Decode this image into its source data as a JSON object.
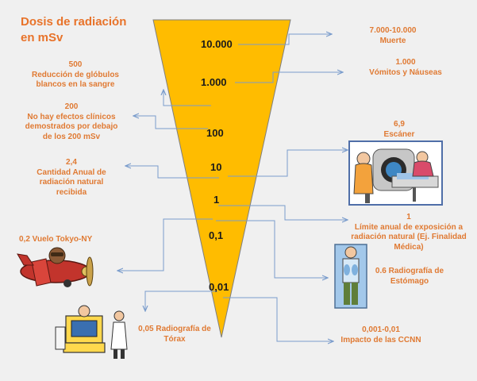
{
  "title": "Dosis de radiación en mSv",
  "colors": {
    "cone": "#ffbc00",
    "cone_edge": "#7f7f7f",
    "label": "#e07a33",
    "title": "#e8732a",
    "arrow": "#7a9ccc"
  },
  "scale_ticks": [
    "10.000",
    "1.000",
    "100",
    "10",
    "1",
    "0,1",
    "0,01"
  ],
  "labels": {
    "death": [
      "7.000-10.000",
      "Muerte"
    ],
    "vomit": [
      "1.000",
      "Vómitos y Náuseas"
    ],
    "scanner": [
      "6,9",
      "Escáner"
    ],
    "limit": [
      "1",
      "Límite anual  de exposición a",
      "radiación natural (Ej. Finalidad",
      "Médica)"
    ],
    "stomach": [
      "0.6 Radiografía de",
      "Estómago"
    ],
    "ccnn": [
      "0,001-0,01",
      "Impacto de las CCNN"
    ],
    "blood": [
      "500",
      "Reducción de glóbulos",
      "blancos en la sangre"
    ],
    "no_effects": [
      "200",
      "No hay efectos clínicos",
      "demostrados por debajo",
      "de los 200 mSv"
    ],
    "annual": [
      "2,4",
      "Cantidad Anual de",
      "radiación natural",
      "recibida"
    ],
    "flight": [
      "0,2 Vuelo Tokyo-NY"
    ],
    "thorax": [
      "0,05 Radiografía de",
      "Tórax"
    ]
  },
  "icons": [
    "mri-scanner-icon",
    "airplane-pilot-icon",
    "xray-person-icon",
    "doctor-computer-icon"
  ]
}
